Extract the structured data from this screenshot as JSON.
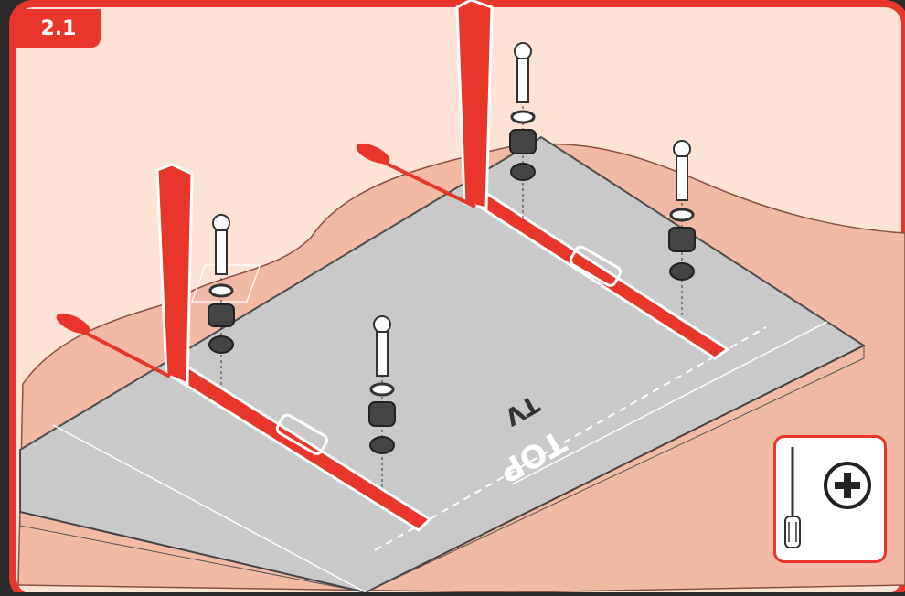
{
  "step": {
    "label": "2.1"
  },
  "tv": {
    "top_label": "TOP",
    "tv_label": "TV"
  },
  "tool": {
    "name": "screwdriver-icon",
    "head": "phillips-plus-icon"
  },
  "colors": {
    "frame": "#e8372a",
    "background": "#fde3d6",
    "tv_panel": "#c8c8c8",
    "cloth": "#f2b9a4",
    "stand": "#e8372a"
  }
}
